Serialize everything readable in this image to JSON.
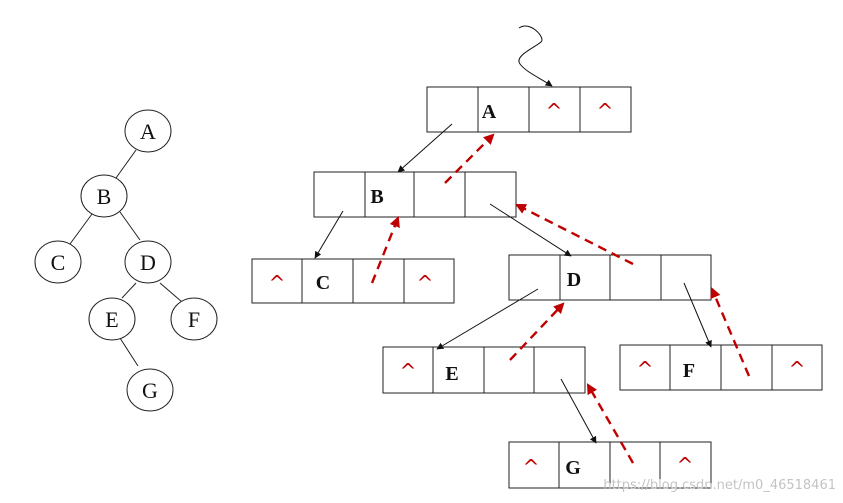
{
  "tree": {
    "nodes": [
      "A",
      "B",
      "C",
      "D",
      "E",
      "F",
      "G"
    ]
  },
  "threaded": {
    "null_symbol": "^",
    "rows": [
      {
        "name": "a",
        "cells": [
          "",
          "A",
          "^",
          "^"
        ]
      },
      {
        "name": "b",
        "cells": [
          "",
          "B",
          "",
          ""
        ]
      },
      {
        "name": "c",
        "cells": [
          "^",
          "C",
          "",
          "^"
        ]
      },
      {
        "name": "d",
        "cells": [
          "",
          "D",
          "",
          ""
        ]
      },
      {
        "name": "e",
        "cells": [
          "^",
          "E",
          "",
          ""
        ]
      },
      {
        "name": "f",
        "cells": [
          "^",
          "F",
          "",
          "^"
        ]
      },
      {
        "name": "g",
        "cells": [
          "^",
          "G",
          "",
          "^"
        ]
      }
    ]
  },
  "colors": {
    "thread": "#c00000",
    "null_mark": "#c00000",
    "line": "#222222"
  },
  "watermark": "https://blog.csdn.net/m0_46518461"
}
